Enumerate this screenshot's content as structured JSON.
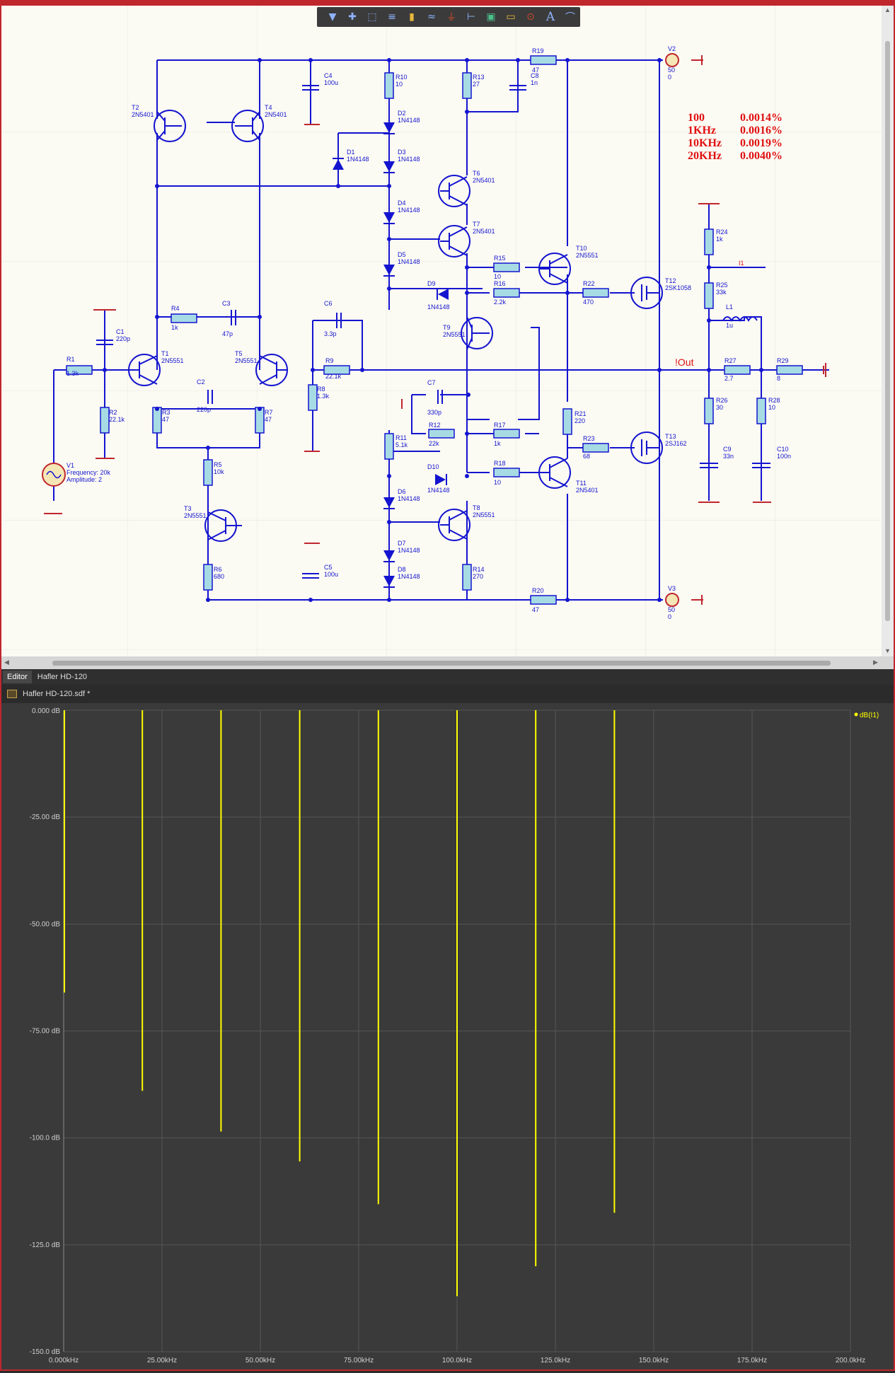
{
  "toolbar": {
    "icons": [
      "filter-icon",
      "crosshair-icon",
      "select-rect-icon",
      "align-icon",
      "component-icon",
      "bus-icon",
      "ground-icon",
      "net-label-icon",
      "port-icon",
      "parameter-icon",
      "probe-icon",
      "text-icon",
      "arc-icon"
    ]
  },
  "notes": {
    "rows": [
      {
        "freq": "100",
        "thd": "0.0014%"
      },
      {
        "freq": "1KHz",
        "thd": "0.0016%"
      },
      {
        "freq": "10KHz",
        "thd": "0.0019%"
      },
      {
        "freq": "20KHz",
        "thd": "0.0040%"
      }
    ],
    "color": "#e01010"
  },
  "schematic": {
    "wire_color": "#1414d0",
    "labels": {
      "R1": "R1",
      "R1v": "1.3k",
      "C1": "C1",
      "C1v": "220p",
      "R2": "R2",
      "R2v": "22.1k",
      "V1": "V1",
      "V1f": "Frequency: 20k",
      "V1a": "Amplitude: 2",
      "T1": "T1",
      "T1v": "2N5551",
      "T2": "T2",
      "T2v": "2N5401",
      "T4": "T4",
      "T4v": "2N5401",
      "T5": "T5",
      "T5v": "2N5551",
      "R3": "R3",
      "R3v": "47",
      "R4": "R4",
      "R4v": "1k",
      "C2": "C2",
      "C2v": "220p",
      "C3": "C3",
      "C3v": "47p",
      "R7": "R7",
      "R7v": "47",
      "R5": "R5",
      "R5v": "10k",
      "T3": "T3",
      "T3v": "2N5551",
      "R6": "R6",
      "R6v": "680",
      "C4": "C4",
      "C4v": "100u",
      "C5": "C5",
      "C5v": "100u",
      "C6": "C6",
      "C6v": "3.3p",
      "R8": "R8",
      "R8v": "1.3k",
      "R9": "R9",
      "R9v": "22.1k",
      "R10": "R10",
      "R10v": "10",
      "D1": "D1",
      "D1v": "1N4148",
      "D2": "D2",
      "D2v": "1N4148",
      "D3": "D3",
      "D3v": "1N4148",
      "D4": "D4",
      "D4v": "1N4148",
      "D5": "D5",
      "D5v": "1N4148",
      "D6": "D6",
      "D6v": "1N4148",
      "D7": "D7",
      "D7v": "1N4148",
      "D8": "D8",
      "D8v": "1N4148",
      "D9": "D9",
      "D9v": "1N4148",
      "D10": "D10",
      "D10v": "1N4148",
      "R11": "R11",
      "R11v": "5.1k",
      "C7": "C7",
      "C7v": "330p",
      "R12": "R12",
      "R12v": "22k",
      "R13": "R13",
      "R13v": "27",
      "C8": "C8",
      "C8v": "1n",
      "R14": "R14",
      "R14v": "270",
      "T6": "T6",
      "T6v": "2N5401",
      "T7": "T7",
      "T7v": "2N5401",
      "T8": "T8",
      "T8v": "2N5551",
      "T9": "T9",
      "T9v": "2N5551",
      "R15": "R15",
      "R15v": "10",
      "R16": "R16",
      "R16v": "2.2k",
      "R17": "R17",
      "R17v": "1k",
      "R18": "R18",
      "R18v": "10",
      "R19": "R19",
      "R19v": "47",
      "R20": "R20",
      "R20v": "47",
      "T10": "T10",
      "T10v": "2N5551",
      "T11": "T11",
      "T11v": "2N5401",
      "R21": "R21",
      "R21v": "220",
      "R22": "R22",
      "R22v": "470",
      "R23": "R23",
      "R23v": "68",
      "T12": "T12",
      "T12v": "2SK1058",
      "T13": "T13",
      "T13v": "2SJ162",
      "V2": "V2",
      "V2a": "50",
      "V2b": "0",
      "V3": "V3",
      "V3a": "50",
      "V3b": "0",
      "R24": "R24",
      "R24v": "1k",
      "R25": "R25",
      "R25v": "33k",
      "L1": "L1",
      "L1v": "1u",
      "I1": "I1",
      "Out": "!Out",
      "R26": "R26",
      "R26v": "30",
      "R27": "R27",
      "R27v": "2.7",
      "R28": "R28",
      "R28v": "10",
      "R29": "R29",
      "R29v": "8",
      "C9": "C9",
      "C9v": "33n",
      "C10": "C10",
      "C10v": "100n"
    }
  },
  "tabs": [
    {
      "label": "Editor",
      "active": true
    },
    {
      "label": "Hafler HD-120",
      "active": false
    }
  ],
  "document": {
    "name": "Hafler HD-120.sdf *"
  },
  "chart_data": {
    "type": "bar",
    "title": "",
    "legend": {
      "label": "dB(I1)",
      "placement": "top-right"
    },
    "series_color": "#ffff00",
    "xlabel": "",
    "ylabel": "",
    "xlim": [
      0,
      200
    ],
    "ylim": [
      -150,
      0
    ],
    "x_ticks": [
      "0.000kHz",
      "25.00kHz",
      "50.00kHz",
      "75.00kHz",
      "100.0kHz",
      "125.0kHz",
      "150.0kHz",
      "175.0kHz",
      "200.0kHz"
    ],
    "y_ticks": [
      "0.000 dB",
      "-25.00 dB",
      "-50.00 dB",
      "-75.00 dB",
      "-100.0 dB",
      "-125.0 dB",
      "-150.0 dB"
    ],
    "x_tick_values": [
      0,
      25,
      50,
      75,
      100,
      125,
      150,
      175,
      200
    ],
    "y_tick_values": [
      0,
      -25,
      -50,
      -75,
      -100,
      -125,
      -150
    ],
    "x": [
      0,
      20,
      40,
      60,
      80,
      100,
      120,
      140,
      160
    ],
    "values": [
      -66,
      -89,
      -98.5,
      -105.5,
      -115.5,
      -137,
      -130,
      -117.5,
      null
    ],
    "points_khz": [
      0,
      20,
      40,
      60,
      80,
      100,
      120,
      140
    ],
    "points_db": [
      -66,
      -89,
      -98.5,
      -105.5,
      -115.5,
      -137,
      -130,
      -117.5
    ],
    "grid": true
  }
}
